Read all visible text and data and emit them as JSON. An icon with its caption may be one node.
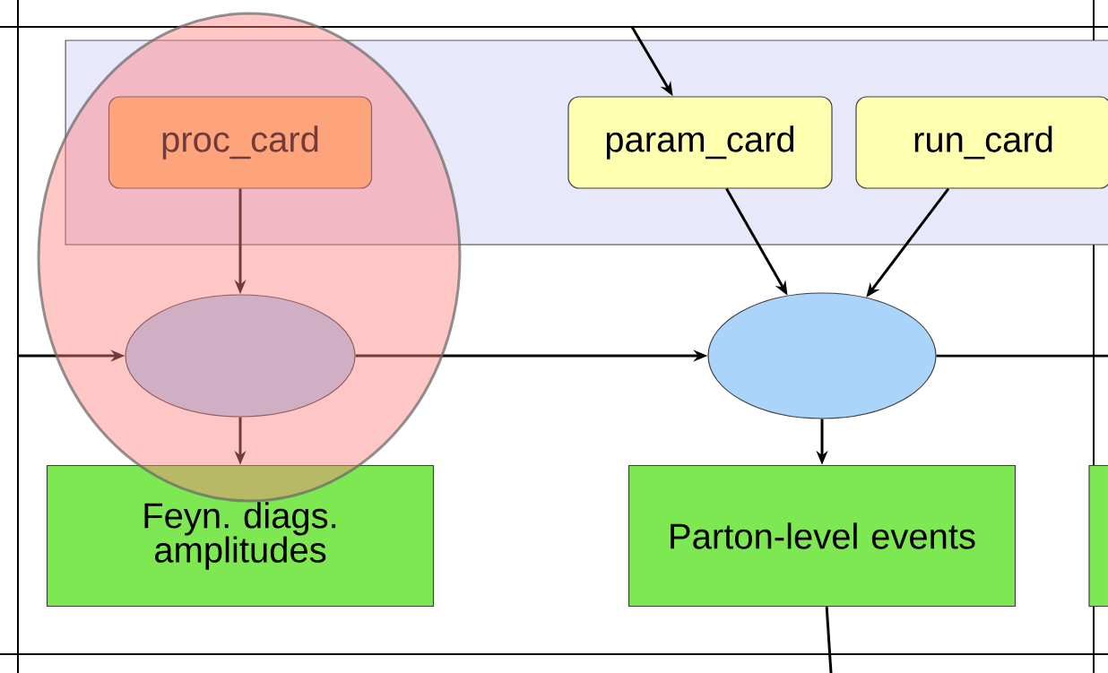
{
  "diagram": {
    "nodes": [
      {
        "text": [],
        "shape": "box"
      },
      {
        "text": [
          "proc_card"
        ],
        "in": 0
      },
      {
        "text": [
          "param_card"
        ],
        "in": 0
      },
      {
        "text": [
          "run_card"
        ],
        "in": 0
      },
      {
        "text": [],
        "shape": "ellipse"
      },
      {
        "text": [],
        "shape": "ellipse"
      },
      {
        "text": [
          "Feyn. diags. amplitudes"
        ]
      },
      {
        "text": [
          "Parton-level events"
        ]
      },
      {
        "text": [],
        "shape": "box"
      }
    ],
    "edges": [
      {
        "from": null,
        "to": 2,
        "arrow": "to"
      },
      {
        "from": 1,
        "to": 4,
        "arrow": "to"
      },
      {
        "from": 2,
        "to": 5,
        "arrow": "to"
      },
      {
        "from": 3,
        "to": 5,
        "arrow": "to"
      },
      {
        "from": null,
        "to": 4,
        "arrow": "to"
      },
      {
        "from": 4,
        "to": 5,
        "arrow": "to"
      },
      {
        "from": 5,
        "to": null,
        "arrow": "none"
      },
      {
        "from": 4,
        "to": 6,
        "arrow": "to"
      },
      {
        "from": 5,
        "to": 7,
        "arrow": "to"
      },
      {
        "from": 7,
        "to": null,
        "arrow": "none"
      }
    ]
  }
}
